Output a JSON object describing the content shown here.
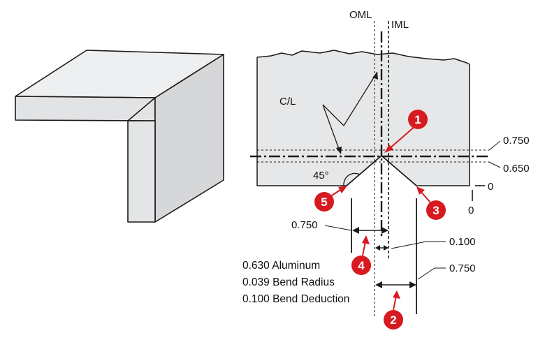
{
  "labels": {
    "oml": "OML",
    "iml": "IML",
    "centerline": "C/L",
    "angle": "45°"
  },
  "dimensions": {
    "right_750": "0.750",
    "right_650": "0.650",
    "zero_right": "0",
    "zero_below": "0",
    "left_750": "0.750",
    "bend_100": "0.100",
    "bottom_750": "0.750"
  },
  "notes": [
    "0.630 Aluminum",
    "0.039 Bend Radius",
    "0.100 Bend Deduction"
  ],
  "callouts": [
    "1",
    "2",
    "3",
    "4",
    "5"
  ],
  "colors": {
    "callout": "#d71920",
    "part_fill": "#e6e7e8",
    "part_face_dark": "#d4d5d7",
    "line": "#1a1a1a"
  }
}
